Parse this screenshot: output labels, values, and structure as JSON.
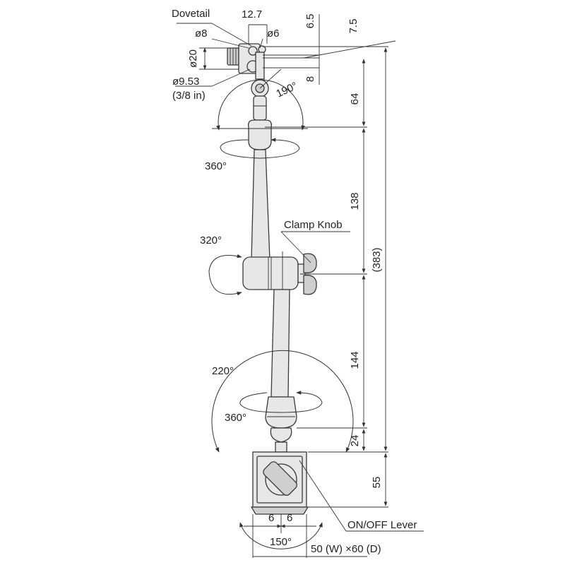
{
  "labels": {
    "dovetail": "Dovetail",
    "clamp_knob": "Clamp Knob",
    "on_off_lever": "ON/OFF Lever",
    "base_size": "50 (W) ×60 (D)"
  },
  "dimensions": {
    "w_12_7": "12.7",
    "d_8": "ø8",
    "d_6": "ø6",
    "d_20": "ø20",
    "d_9_53": "ø9.53",
    "d_3_8_in": "(3/8 in)",
    "v_6_5": "6.5",
    "v_7_5": "7.5",
    "v_8": "8",
    "v_64": "64",
    "v_138": "138",
    "v_383": "(383)",
    "v_144": "144",
    "v_24": "24",
    "v_55": "55",
    "h_6_left": "6",
    "h_6_right": "6"
  },
  "angles": {
    "a_190": "190°",
    "a_360_top": "360°",
    "a_320": "320°",
    "a_220": "220°",
    "a_360_bottom": "360°",
    "a_150": "150°"
  }
}
